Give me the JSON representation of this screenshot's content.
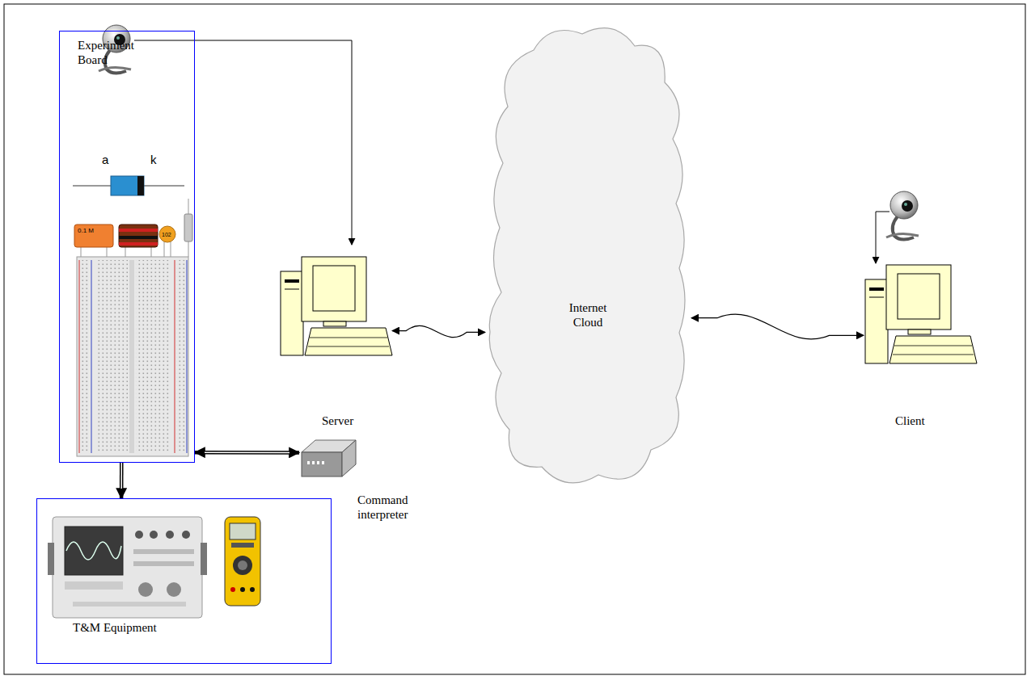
{
  "diagram": {
    "nodes": [
      {
        "text": [
          "Experiment Board"
        ]
      },
      {
        "text": [
          "T&M Equipment"
        ]
      },
      {
        "text": [
          "Server"
        ]
      },
      {
        "text": [
          "Internet Cloud"
        ]
      },
      {
        "text": [
          "Client"
        ]
      },
      {
        "text": [
          "Command interpreter"
        ]
      }
    ],
    "edges": [
      {
        "from": 2,
        "to": 3,
        "arrow": "both"
      },
      {
        "from": 3,
        "to": 4,
        "arrow": "both"
      },
      {
        "from": 0,
        "to": 5,
        "arrow": "both"
      },
      {
        "from": 0,
        "to": 1,
        "arrow": "to"
      }
    ],
    "labels": [
      "a",
      "k",
      "0.1 M",
      "102"
    ]
  }
}
